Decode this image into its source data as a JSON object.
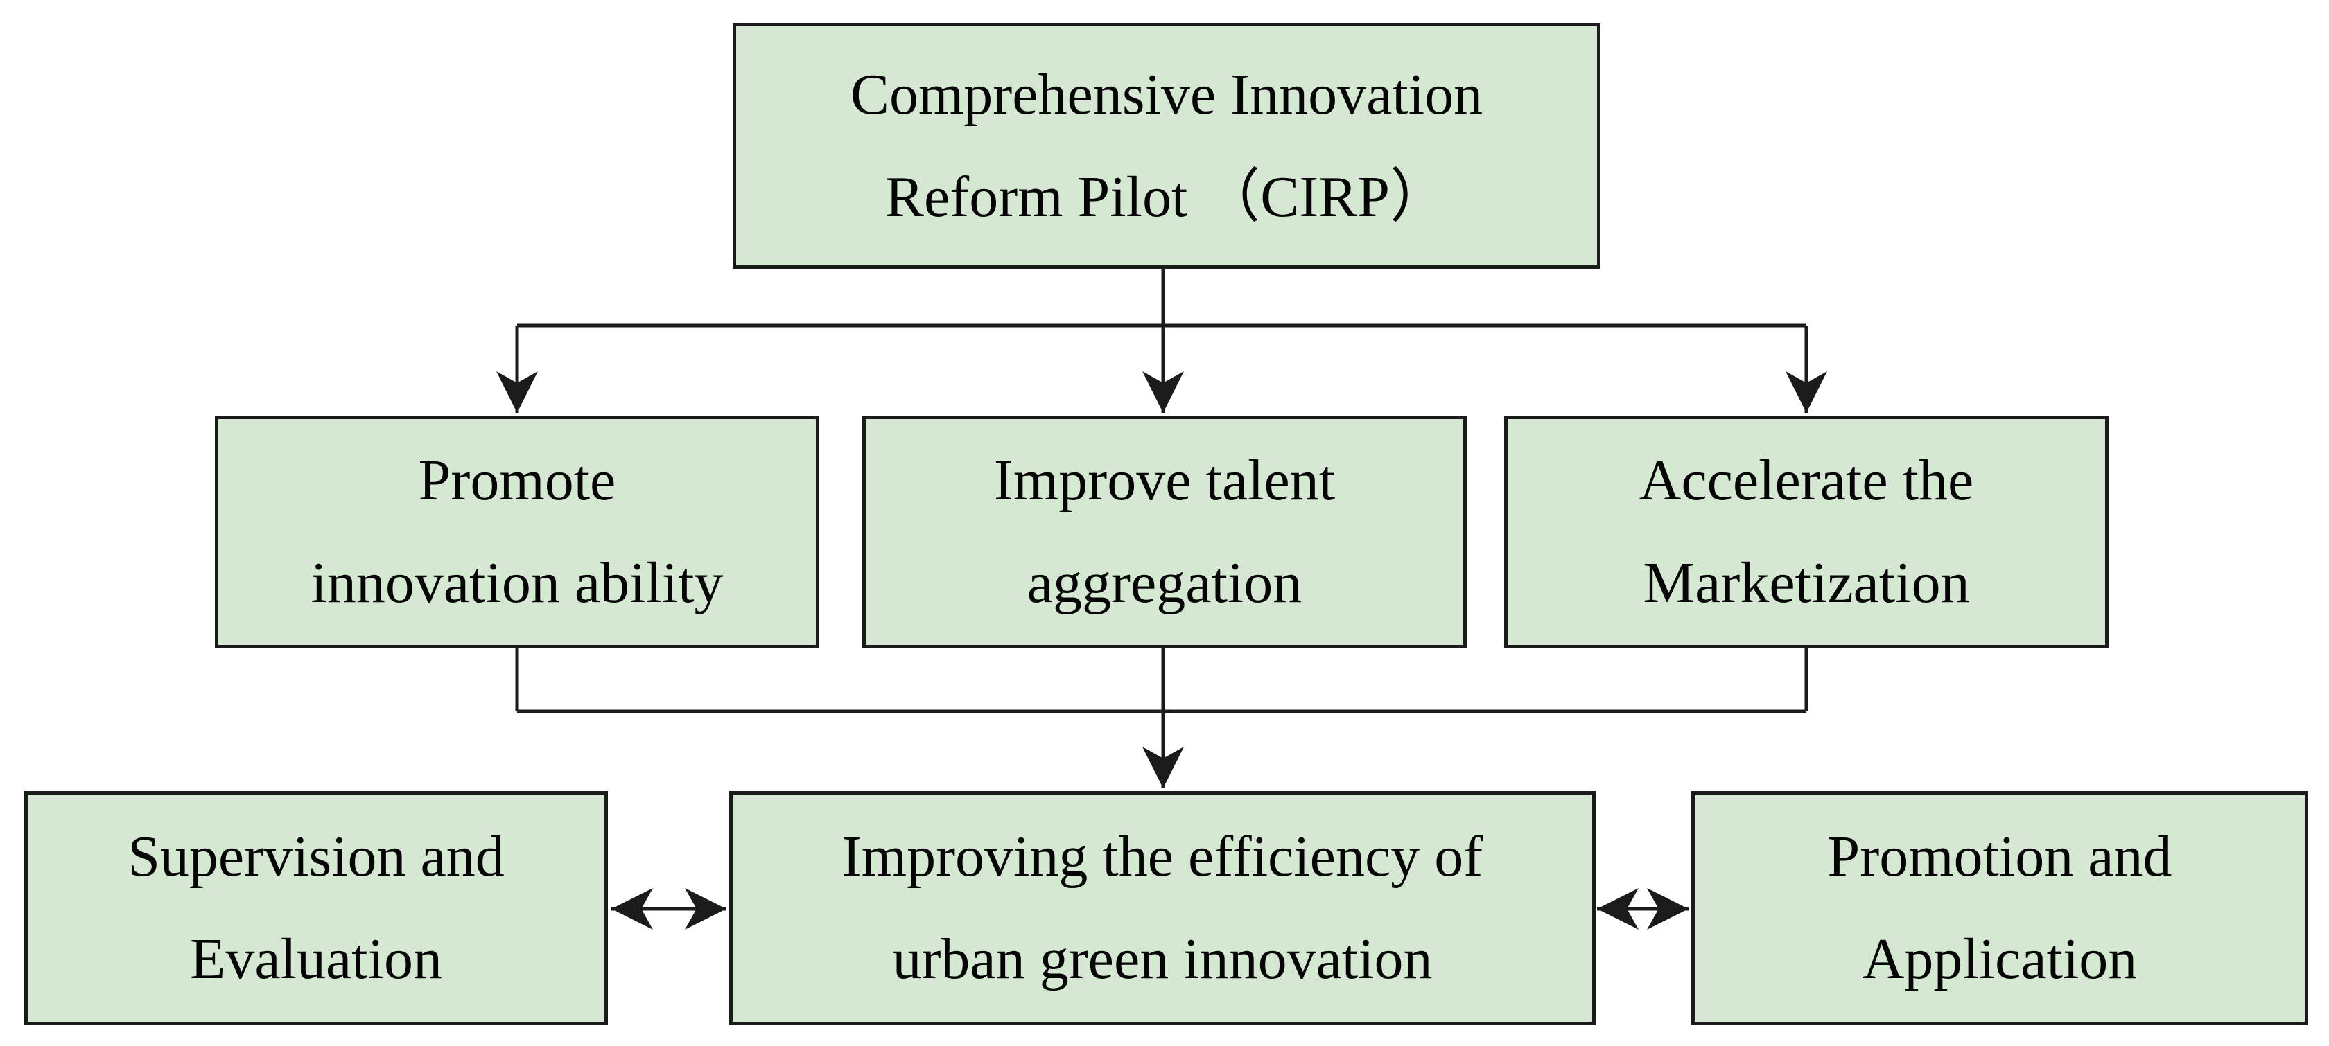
{
  "colors": {
    "background": "#ffffff",
    "box_fill": "#d5e8d2",
    "box_border": "#1b1b1b",
    "connector": "#1b1b1b",
    "text": "#050505"
  },
  "diagram": {
    "top_box": {
      "lines": [
        "Comprehensive Innovation",
        "Reform Pilot （CIRP）"
      ]
    },
    "middle_boxes": [
      {
        "lines": [
          "Promote",
          "innovation ability"
        ]
      },
      {
        "lines": [
          "Improve talent",
          "aggregation"
        ]
      },
      {
        "lines": [
          "Accelerate the",
          "Marketization"
        ]
      }
    ],
    "bottom_boxes": [
      {
        "lines": [
          "Supervision and",
          "Evaluation"
        ]
      },
      {
        "lines": [
          "Improving the efficiency of",
          "urban green innovation"
        ]
      },
      {
        "lines": [
          "Promotion and",
          "Application"
        ]
      }
    ]
  }
}
